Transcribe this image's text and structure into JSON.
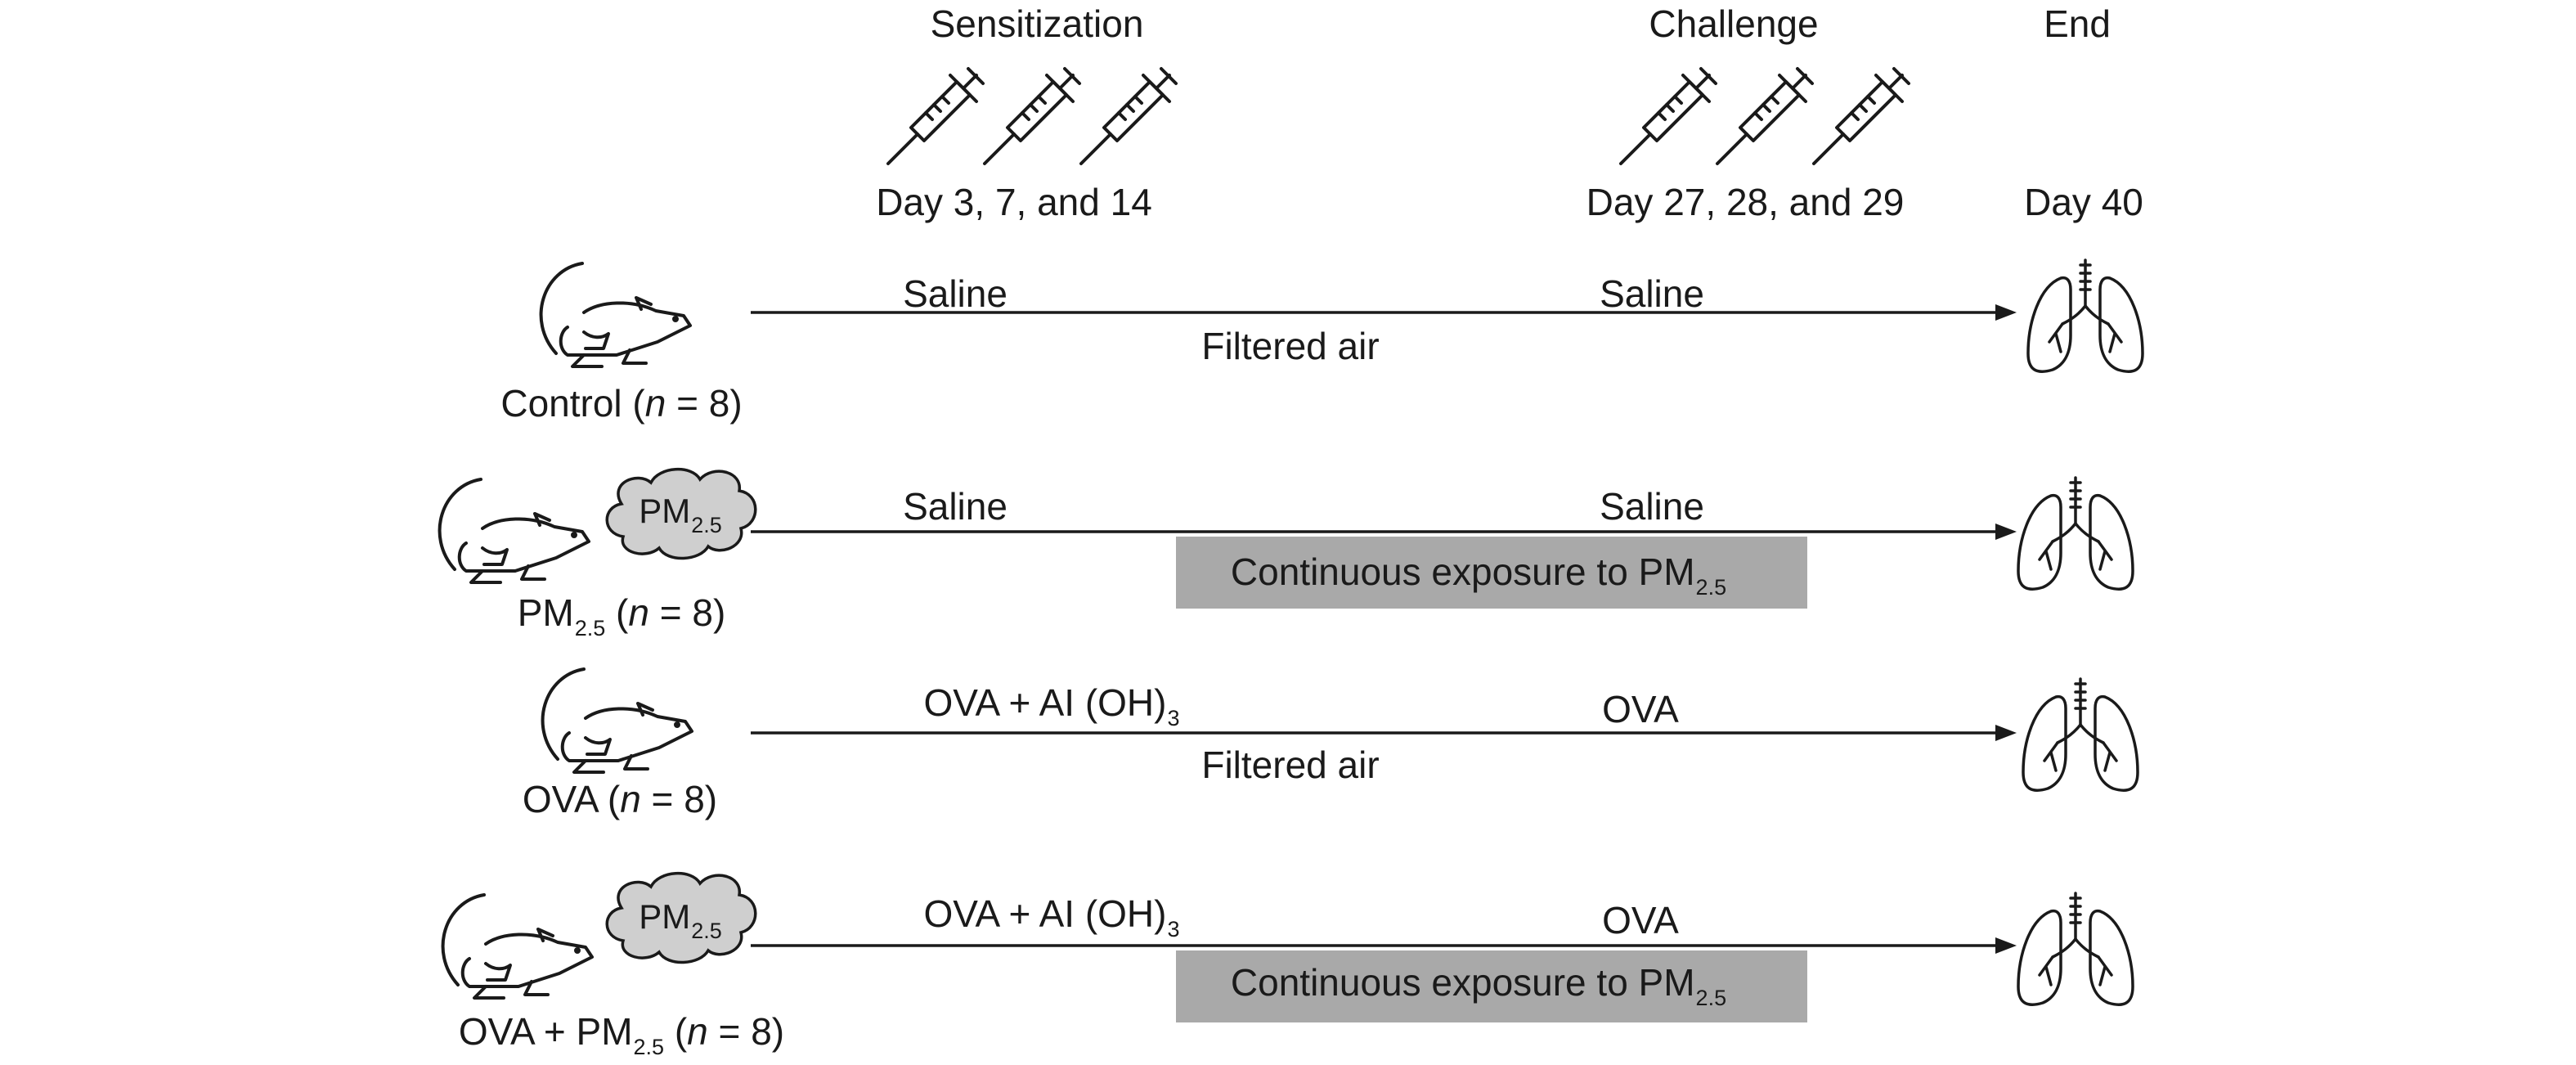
{
  "phases": {
    "sensitization": {
      "title": "Sensitization",
      "days": "Day 3, 7, and 14"
    },
    "challenge": {
      "title": "Challenge",
      "days": "Day 27, 28, and 29"
    },
    "end": {
      "title": "End",
      "days": "Day 40"
    }
  },
  "groups": [
    {
      "label": "Control (",
      "label_n": "n",
      "label_tail": " = 8)",
      "sensitization_agent": "Saline",
      "challenge_agent": "Saline",
      "exposure": "Filtered air",
      "pm_cloud": false
    },
    {
      "label": "PM",
      "label_sub": "2.5",
      "label_after_sub": " (",
      "label_n": "n",
      "label_tail": " = 8)",
      "sensitization_agent": "Saline",
      "challenge_agent": "Saline",
      "exposure": "Continuous exposure to PM",
      "exposure_sub": "2.5",
      "pm_cloud": true,
      "cloud_text": "PM",
      "cloud_sub": "2.5"
    },
    {
      "label": "OVA (",
      "label_n": "n",
      "label_tail": " = 8)",
      "sensitization_agent": "OVA + AI (OH)",
      "sensitization_sub": "3",
      "challenge_agent": "OVA",
      "exposure": "Filtered air",
      "pm_cloud": false
    },
    {
      "label": "OVA + PM",
      "label_sub": "2.5",
      "label_after_sub": " (",
      "label_n": "n",
      "label_tail": " = 8)",
      "sensitization_agent": "OVA + AI (OH)",
      "sensitization_sub": "3",
      "challenge_agent": "OVA",
      "exposure": "Continuous exposure to PM",
      "exposure_sub": "2.5",
      "pm_cloud": true,
      "cloud_text": "PM",
      "cloud_sub": "2.5"
    }
  ],
  "icons": {
    "syringe": "syringe-icon",
    "mouse": "mouse-icon",
    "cloud": "pm-cloud-icon",
    "lungs": "lungs-icon"
  },
  "colors": {
    "line": "#1a1a1a",
    "exposure_box": "#a9a9a9",
    "cloud_fill": "#cfcfcf"
  }
}
